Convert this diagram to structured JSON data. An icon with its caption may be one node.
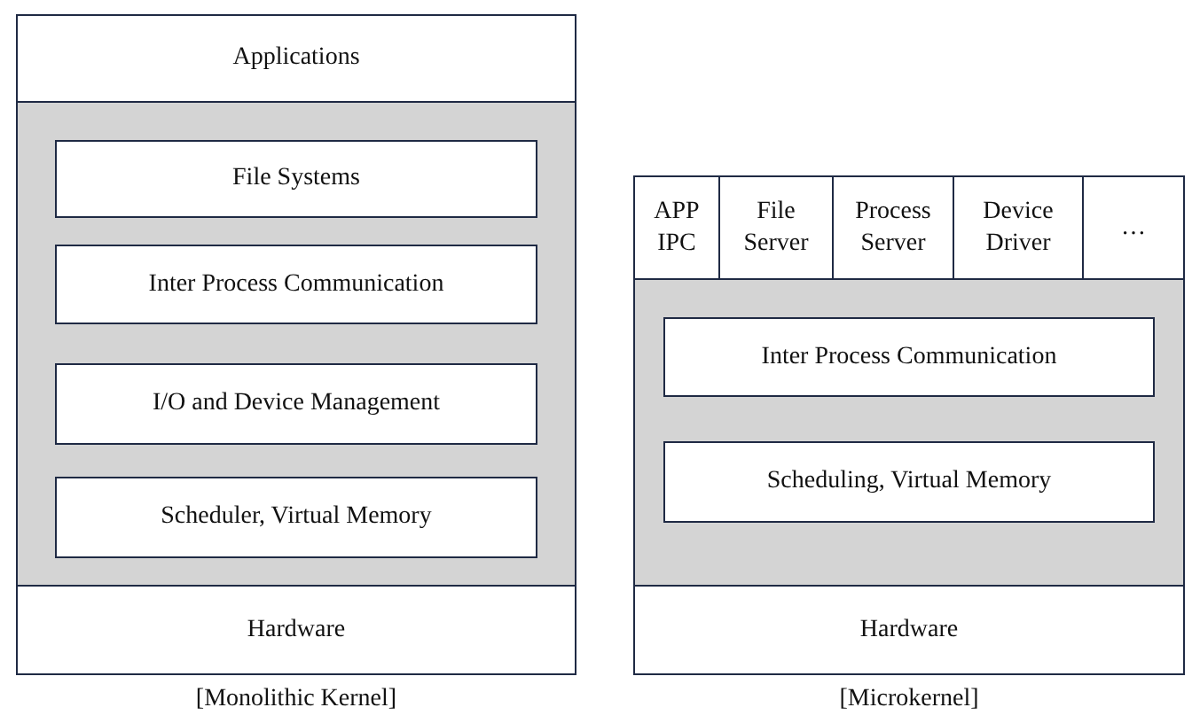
{
  "diagram": {
    "nodes": [
      {
        "text": [
          "Applications"
        ]
      },
      {
        "text": [],
        "shape": "box"
      },
      {
        "text": [
          "File Systems"
        ],
        "in": 1
      },
      {
        "text": [
          "Inter Process Communication"
        ],
        "in": 1
      },
      {
        "text": [
          "I/O and Device Management"
        ],
        "in": 1
      },
      {
        "text": [
          "Scheduler, Virtual Memory"
        ],
        "in": 1
      },
      {
        "text": [
          "Hardware"
        ]
      },
      {
        "text": [
          "APP IPC"
        ]
      },
      {
        "text": [
          "File Server"
        ]
      },
      {
        "text": [
          "Process Server"
        ]
      },
      {
        "text": [
          "Device Driver"
        ]
      },
      {
        "text": [
          "…"
        ]
      },
      {
        "text": [],
        "shape": "box"
      },
      {
        "text": [
          "Inter Process Communication"
        ],
        "in": 12
      },
      {
        "text": [
          "Scheduling, Virtual Memory"
        ],
        "in": 12
      },
      {
        "text": [
          "Hardware"
        ]
      }
    ],
    "labels": [
      "[Monolithic Kernel]",
      "[Microkernel]"
    ]
  }
}
